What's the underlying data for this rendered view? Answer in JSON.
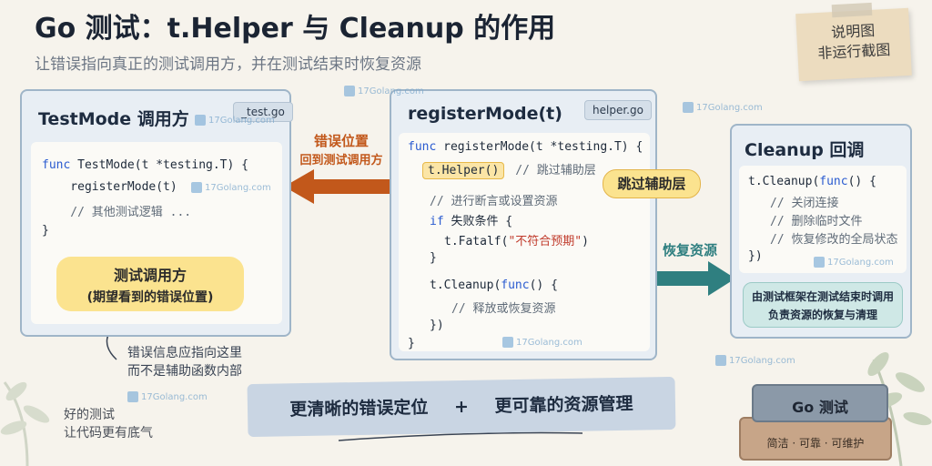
{
  "header": {
    "title": "Go 测试：t.Helper 与 Cleanup 的作用",
    "subtitle": "让错误指向真正的测试调用方，并在测试结束时恢复资源"
  },
  "sticky_note": {
    "line1": "说明图",
    "line2": "非运行截图"
  },
  "watermark": "17Golang.com",
  "left_panel": {
    "title": "TestMode 调用方",
    "file_tag": "_test.go",
    "code": {
      "line1_kw": "func",
      "line1_rest": " TestMode(t *testing.T) {",
      "line2": "    registerMode(t)",
      "line3": "    // 其他测试逻辑 ...",
      "line4": "}"
    },
    "bubble_line1": "测试调用方",
    "bubble_line2": "(期望看到的错误位置)",
    "note_line1": "错误信息应指向这里",
    "note_line2": "而不是辅助函数内部"
  },
  "middle_panel": {
    "title": "registerMode(t)",
    "file_tag": "helper.go",
    "code": {
      "line1_kw": "func",
      "line1_rest": " registerMode(t *testing.T) {",
      "helper_call": "t.Helper()",
      "helper_comment": "// 跳过辅助层",
      "line3": "// 进行断言或设置资源",
      "line4_kw": "if",
      "line4_rest": " 失败条件 {",
      "line5_pre": "t.Fatalf(",
      "line5_str": "\"不符合预期\"",
      "line5_post": ")",
      "line6": "}",
      "line7_pre": "t.Cleanup(",
      "line7_kw": "func",
      "line7_post": "() {",
      "line8": "// 释放或恢复资源",
      "line9": "})",
      "line10": "}"
    },
    "skip_label": "跳过辅助层"
  },
  "right_panel": {
    "title": "Cleanup 回调",
    "code": {
      "line1_pre": "t.Cleanup(",
      "line1_kw": "func",
      "line1_post": "() {",
      "line2": "// 关闭连接",
      "line3": "// 删除临时文件",
      "line4": "// 恢复修改的全局状态",
      "line5": "})"
    },
    "note_line1": "由测试框架在测试结束时调用",
    "note_line2": "负责资源的恢复与清理"
  },
  "arrows": {
    "left_label_line1": "错误位置",
    "left_label_line2": "回到测试调用方",
    "right_label": "恢复资源"
  },
  "bottom": {
    "banner_left": "更清晰的错误定位",
    "banner_plus": "+",
    "banner_right": "更可靠的资源管理",
    "handwritten_line1": "好的测试",
    "handwritten_line2": "让代码更有底气"
  },
  "books": {
    "top": "Go 测试",
    "bottom": "简洁 · 可靠 · 可维护"
  },
  "colors": {
    "accent_orange": "#c2581b",
    "accent_teal": "#2f7f80",
    "bubble_yellow": "#fbe38f",
    "keyword_blue": "#2a5bd0",
    "string_red": "#c03a2b"
  }
}
